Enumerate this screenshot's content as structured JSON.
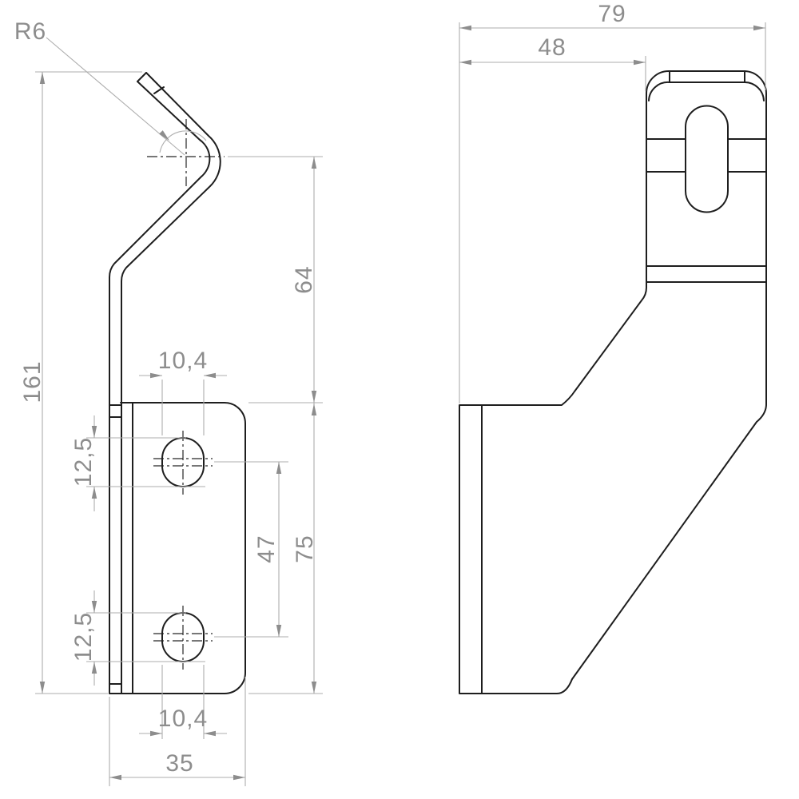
{
  "drawing": {
    "labels": {
      "bend_radius": "R6",
      "overall_height": "161",
      "bend_to_plate_height": "64",
      "plate_height": "75",
      "slot_center_spacing": "47",
      "slot_width_top": "10,4",
      "slot_width_bottom": "10,4",
      "slot_height_top": "12,5",
      "slot_height_bottom": "12,5",
      "plate_width": "35",
      "side_overall_width": "79",
      "side_upper_width": "48"
    },
    "colors": {
      "object_line": "#1e1e1e",
      "dimension_line": "#aeaeae",
      "dimension_text": "#8d8d8d",
      "background": "#ffffff"
    }
  }
}
